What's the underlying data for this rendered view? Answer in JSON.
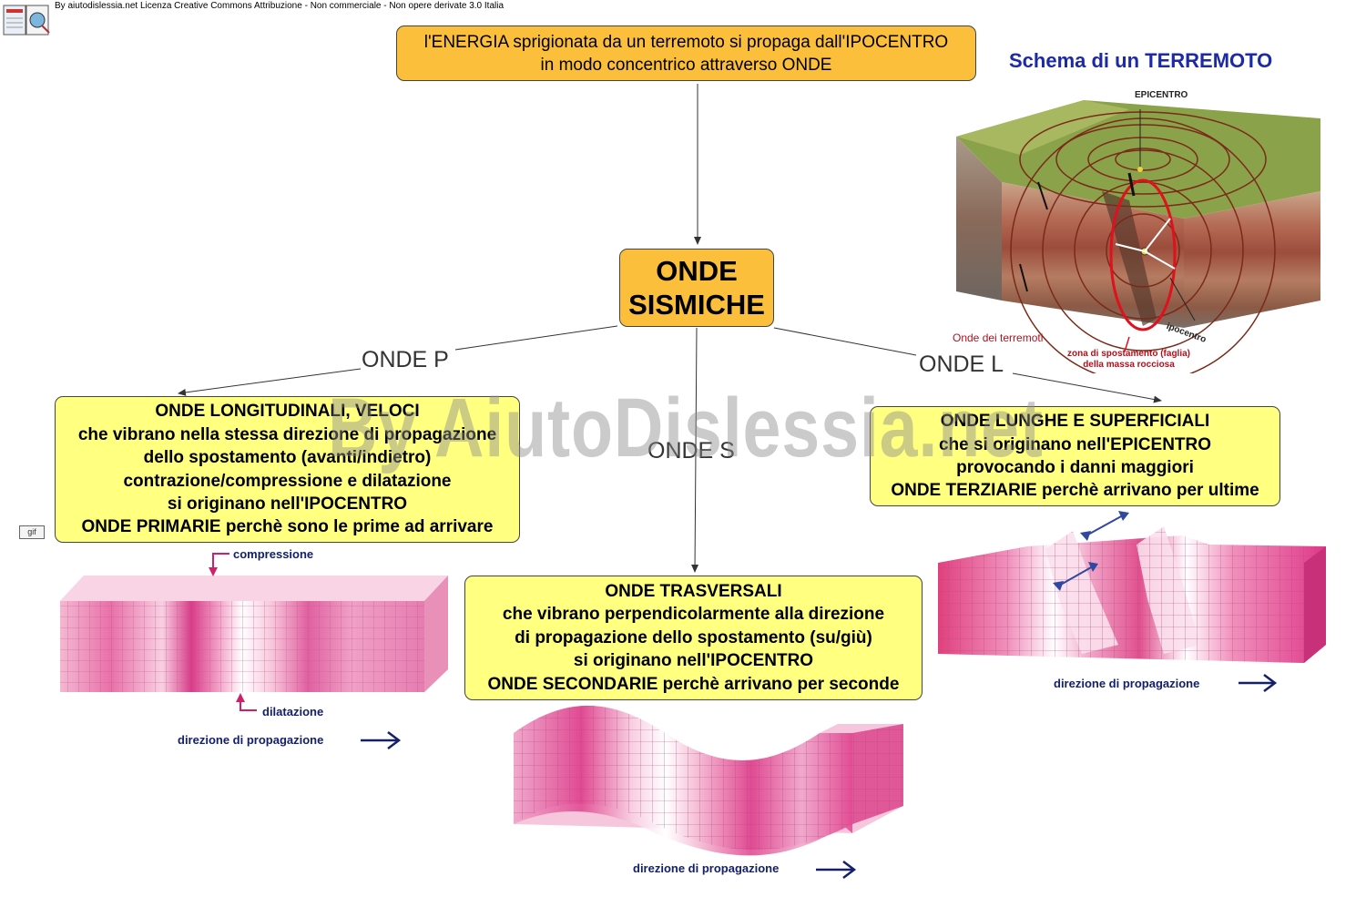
{
  "license": "By aiutodislessia.net Licenza Creative Commons Attribuzione - Non commerciale - Non opere derivate 3.0 Italia",
  "top_box": {
    "line1": "l'ENERGIA sprigionata da un terremoto si propaga dall'IPOCENTRO",
    "line2": "in modo concentrico attraverso ONDE"
  },
  "center_box": {
    "line1": "ONDE",
    "line2": "SISMICHE"
  },
  "edge_labels": {
    "p": "ONDE P",
    "s": "ONDE S",
    "l": "ONDE L"
  },
  "p_box": {
    "lines": [
      "ONDE LONGITUDINALI, VELOCI",
      "che vibrano nella stessa direzione di propagazione",
      "dello spostamento (avanti/indietro)",
      "contrazione/compressione e dilatazione",
      "si originano nell'IPOCENTRO",
      "ONDE PRIMARIE perchè sono le prime ad arrivare"
    ]
  },
  "s_box": {
    "lines": [
      "ONDE TRASVERSALI",
      "che vibrano perpendicolarmente alla direzione",
      "di propagazione dello spostamento (su/giù)",
      "si originano nell'IPOCENTRO",
      "ONDE SECONDARIE perchè arrivano per seconde"
    ]
  },
  "l_box": {
    "lines": [
      "ONDE LUNGHE E SUPERFICIALI",
      "che si originano nell'EPICENTRO",
      "provocando i danni maggiori",
      "ONDE TERZIARIE perchè arrivano per ultime"
    ]
  },
  "watermark": "By AiutoDislessia.net",
  "gif_badge": "gif",
  "quake_illustration": {
    "title": "Schema di un TERREMOTO",
    "epicentro": "EPICENTRO",
    "ipocentro": "ipocentro",
    "onde": "Onde dei terremoti",
    "faglia_line1": "zona di spostamento (faglia)",
    "faglia_line2": "della massa rocciosa"
  },
  "p_illustration": {
    "compressione": "compressione",
    "dilatazione": "dilatazione",
    "direzione": "direzione di propagazione"
  },
  "s_illustration": {
    "direzione": "direzione di propagazione"
  },
  "l_illustration": {
    "direzione": "direzione di propagazione"
  },
  "colors": {
    "orange_box": "#fbbf3c",
    "yellow_box": "#ffff80",
    "title_blue": "#1c2aa6",
    "wave_pink": "#e0307f",
    "arrow_navy": "#15206b"
  }
}
